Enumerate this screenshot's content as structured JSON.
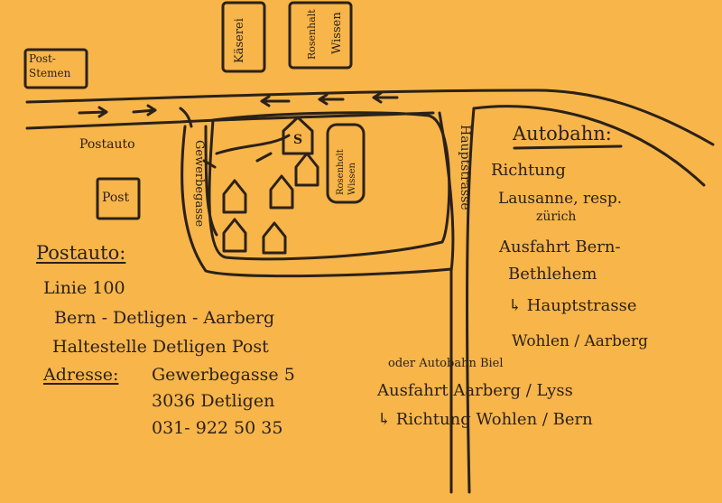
{
  "map": {
    "labels": {
      "post_stamps": "Post-\nStemen",
      "kaeserei": "Käserei",
      "rosenholt_top": "Rosenhalt",
      "wissen_top": "Wissen",
      "postauto_small": "Postauto",
      "post_box": "Post",
      "gewerbegasse": "Gewerbegasse",
      "hauptstrasse_vert": "Hauptstrasse",
      "bakery_sign": "S",
      "rosenholt_mid": "Rosenholt\nWissen"
    },
    "info_left": {
      "heading": "Postauto:",
      "line1": "Linie 100",
      "line2": "Bern - Detligen - Aarberg",
      "line3": "Haltestelle Detligen Post",
      "address_label": "Adresse:",
      "address1": "Gewerbegasse 5",
      "address2": "3036 Detligen",
      "phone": "031- 922 50 35"
    },
    "info_right": {
      "heading": "Autobahn:",
      "line1": "Richtung",
      "line2": "Lausanne, resp.",
      "line3": "zürich",
      "line4": "Ausfahrt Bern-",
      "line5": "Bethlehem",
      "line6": "↳ Hauptstrasse",
      "line7": "Wohlen / Aarberg",
      "line8": "oder Autobahn Biel",
      "line9": "Ausfahrt Aarberg / Lyss",
      "line10": "↳ Richtung Wohlen / Bern"
    },
    "colors": {
      "paper": "#f7b54a",
      "ink": "#2b2118"
    }
  }
}
